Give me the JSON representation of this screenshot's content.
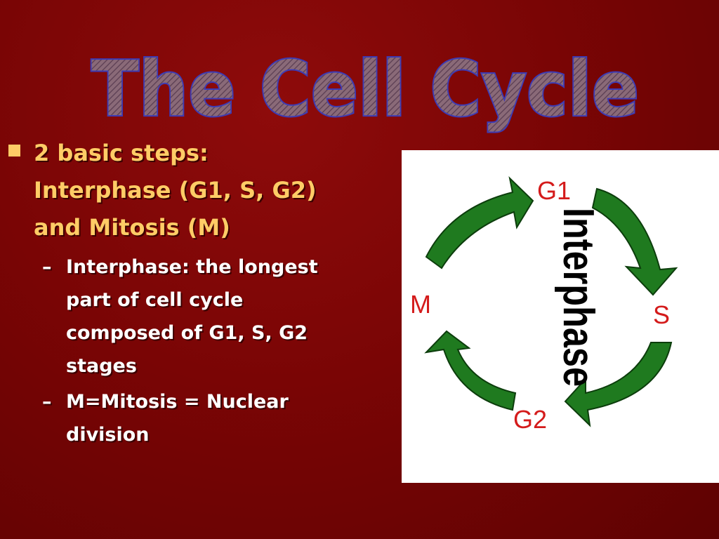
{
  "slide": {
    "title": "The Cell Cycle",
    "bullets": {
      "main_lines": [
        "2 basic steps:",
        "Interphase (G1, S, G2)",
        "and Mitosis (M)"
      ],
      "sub_items": [
        {
          "lines": [
            "Interphase: the longest",
            "part of cell cycle",
            "composed of G1, S, G2",
            "stages"
          ]
        },
        {
          "lines": [
            "M=Mitosis = Nuclear",
            "division"
          ]
        }
      ],
      "dash": "–"
    }
  },
  "diagram": {
    "phases": {
      "g1": "G1",
      "s": "S",
      "g2": "G2",
      "m": "M"
    },
    "interphase_label": "Interphase"
  },
  "colors": {
    "background": "#7a0505",
    "title_stroke": "#3d3bb5",
    "title_fill": "#8a6a78",
    "bullet_text": "#ffcc66",
    "sub_text": "#ffffff",
    "arrow": "#1f7a1f",
    "phase_label": "#d41b1b"
  }
}
